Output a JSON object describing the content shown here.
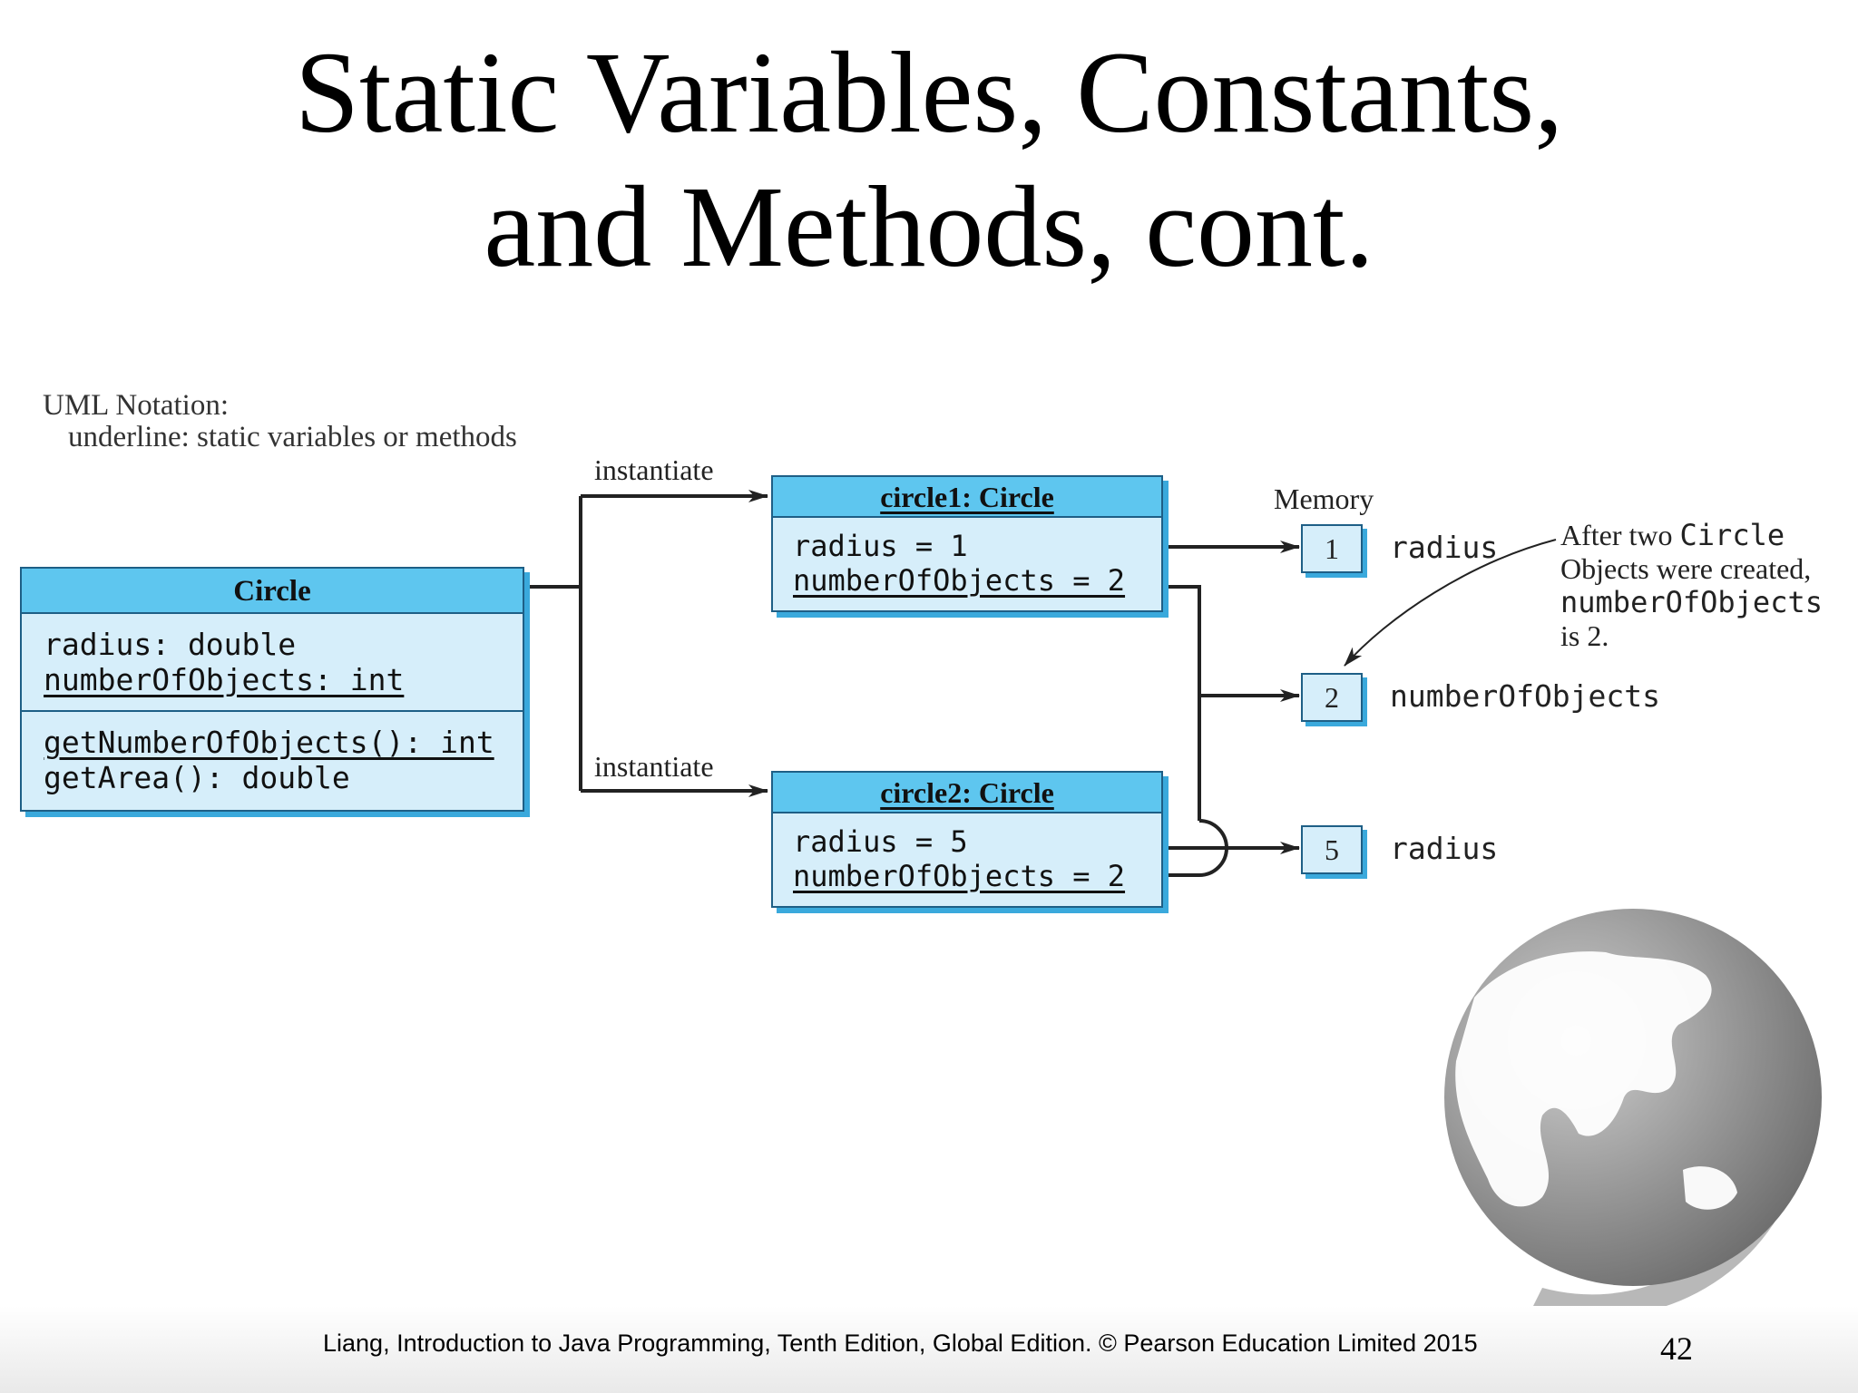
{
  "slide": {
    "title_line1": "Static Variables, Constants,",
    "title_line2": "and Methods, cont.",
    "footer": "Liang, Introduction to Java Programming, Tenth Edition, Global Edition. © Pearson Education Limited 2015",
    "page_number": "42"
  },
  "uml_note": {
    "line1": "UML Notation:",
    "line2": "underline: static variables or methods"
  },
  "circle_class": {
    "name": "Circle",
    "attributes": [
      "radius: double",
      "numberOfObjects: int"
    ],
    "methods": [
      "getNumberOfObjects(): int",
      "getArea(): double"
    ]
  },
  "instantiate_label": "instantiate",
  "circle1": {
    "name": "circle1: Circle",
    "fields": [
      "radius = 1",
      "numberOfObjects = 2"
    ]
  },
  "circle2": {
    "name": "circle2: Circle",
    "fields": [
      "radius = 5",
      "numberOfObjects = 2"
    ]
  },
  "memory": {
    "label": "Memory",
    "cells": [
      {
        "value": "1",
        "label": "radius"
      },
      {
        "value": "2",
        "label": "numberOfObjects"
      },
      {
        "value": "5",
        "label": "radius"
      }
    ]
  },
  "annotation": {
    "line1_a": "After two ",
    "line1_b": "Circle",
    "line2": "Objects were created,",
    "line3": "numberOfObjects",
    "line4": "is 2."
  },
  "colors": {
    "box_fill": "#d6eefa",
    "box_header": "#5ec6ef",
    "box_shadow": "#3aa9dc",
    "box_border": "#1e5f86"
  },
  "icons": [
    "globe-watermark-icon"
  ]
}
